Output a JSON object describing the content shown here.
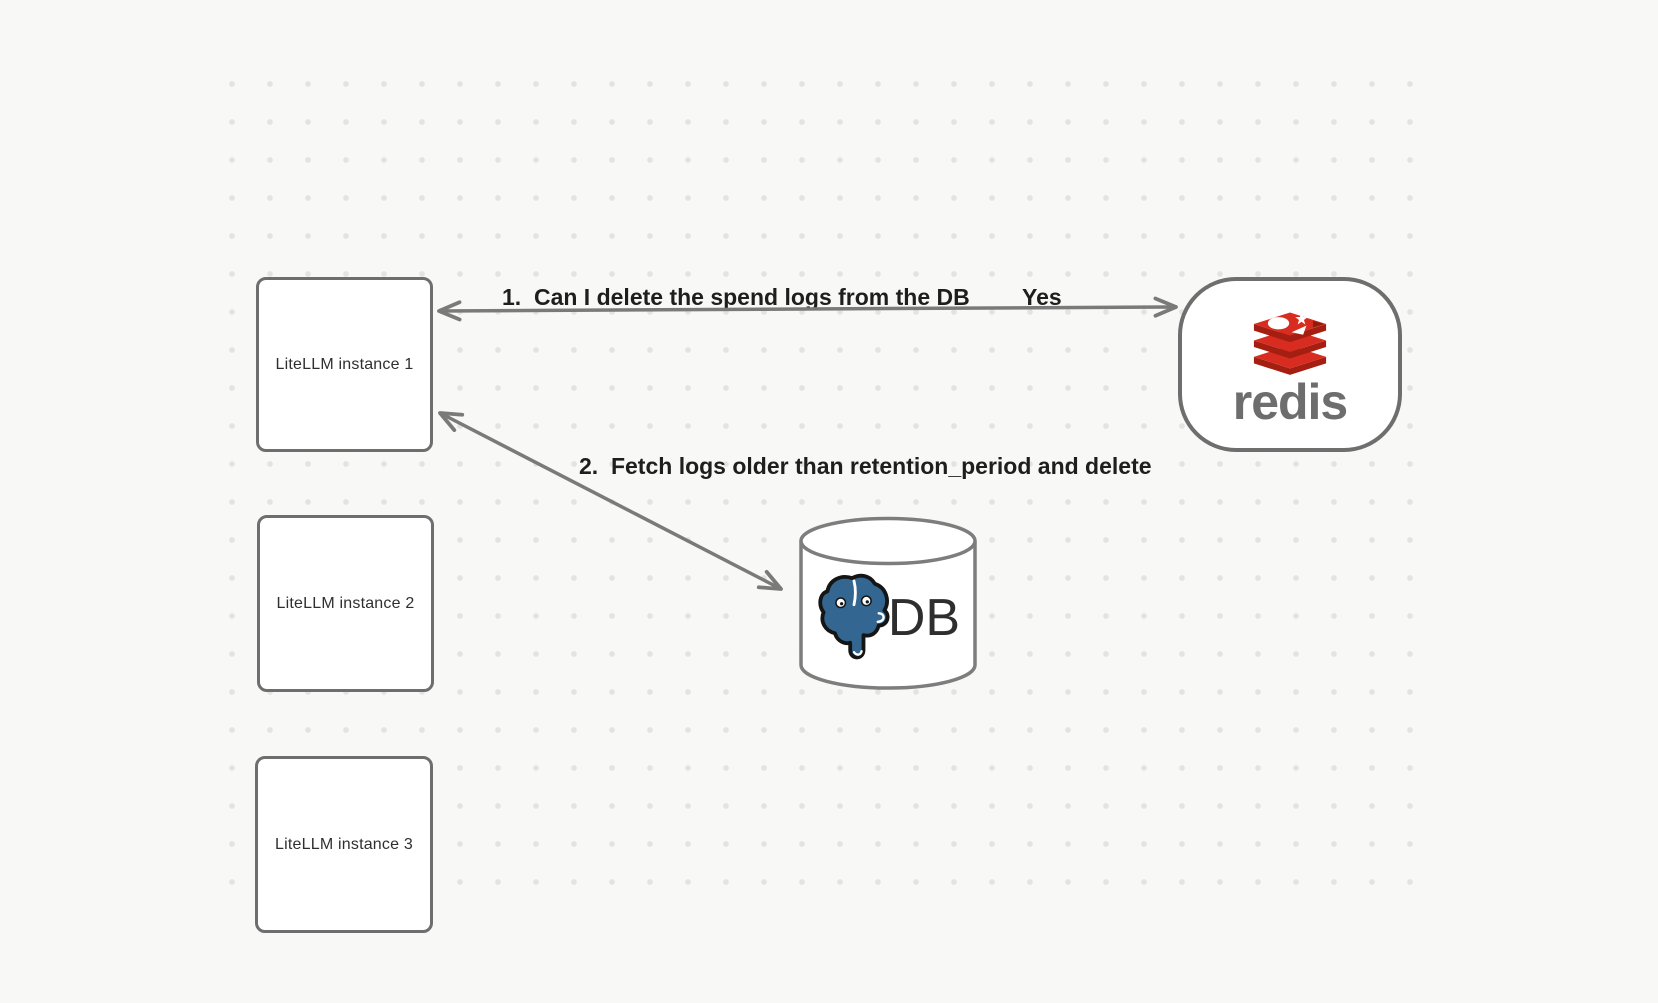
{
  "canvas": {
    "background_color": "#f8f8f6",
    "dot_color": "#e3e3e3"
  },
  "nodes": {
    "instance1": {
      "label": "LiteLLM instance 1"
    },
    "instance2": {
      "label": "LiteLLM instance 2"
    },
    "instance3": {
      "label": "LiteLLM instance 3"
    },
    "redis": {
      "label": "redis"
    },
    "db": {
      "label": "DB"
    }
  },
  "edges": {
    "redis_question": {
      "label": "1.  Can I delete the spend logs from the DB",
      "response": "Yes"
    },
    "db_fetch": {
      "label": "2.  Fetch logs older than retention_period and delete"
    }
  },
  "icons": {
    "redis_logo": "redis-stack-logo",
    "postgres_logo": "postgresql-elephant-logo"
  },
  "colors": {
    "arrow": "#7a7a7a",
    "node_border": "#6e6e6e",
    "redis_red": "#d82c20",
    "redis_red_dark": "#a41e11",
    "postgres_blue": "#336791"
  }
}
